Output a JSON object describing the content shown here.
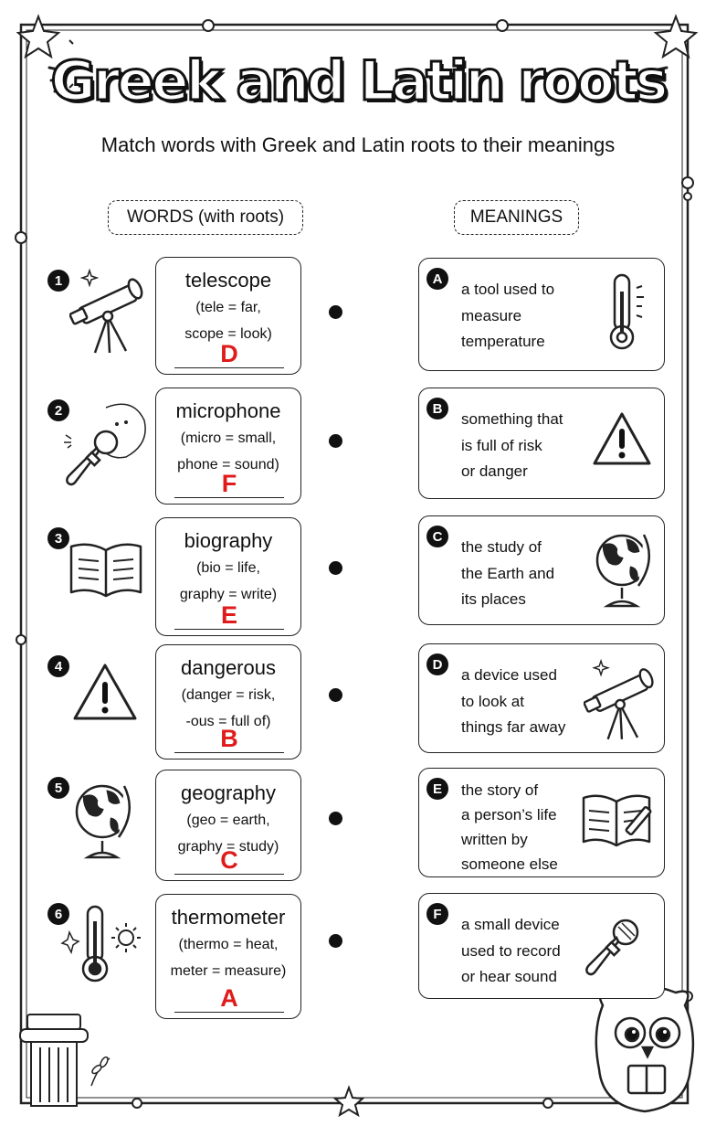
{
  "header": {
    "title": "Greek and Latin roots",
    "subtitle": "Match words with Greek and Latin roots to their meanings"
  },
  "columns": {
    "words_heading": "WORDS (with roots)",
    "meanings_heading": "MEANINGS"
  },
  "words": [
    {
      "number": "1",
      "word": "telescope",
      "root_line1": "(tele = far,",
      "root_line2": "scope = look)",
      "answer": "D",
      "icon": "telescope-icon"
    },
    {
      "number": "2",
      "word": "microphone",
      "root_line1": "(micro = small,",
      "root_line2": "phone = sound)",
      "answer": "F",
      "icon": "microphone-icon"
    },
    {
      "number": "3",
      "word": "biography",
      "root_line1": "(bio = life,",
      "root_line2": "graphy = write)",
      "answer": "E",
      "icon": "book-icon"
    },
    {
      "number": "4",
      "word": "dangerous",
      "root_line1": "(danger = risk,",
      "root_line2": "-ous = full of)",
      "answer": "B",
      "icon": "warning-icon"
    },
    {
      "number": "5",
      "word": "geography",
      "root_line1": "(geo = earth,",
      "root_line2": "graphy = study)",
      "answer": "C",
      "icon": "globe-icon"
    },
    {
      "number": "6",
      "word": "thermometer",
      "root_line1": "(thermo = heat,",
      "root_line2": "meter = measure)",
      "answer": "A",
      "icon": "thermometer-icon"
    }
  ],
  "meanings": [
    {
      "letter": "A",
      "line1": "a tool used to",
      "line2": "measure",
      "line3": "temperature",
      "line4": "",
      "icon": "thermometer-icon"
    },
    {
      "letter": "B",
      "line1": "something that",
      "line2": "is full of risk",
      "line3": "or danger",
      "line4": "",
      "icon": "warning-icon"
    },
    {
      "letter": "C",
      "line1": "the study of",
      "line2": "the Earth and",
      "line3": "its places",
      "line4": "",
      "icon": "globe-icon"
    },
    {
      "letter": "D",
      "line1": "a device used",
      "line2": "to look at",
      "line3": "things far away",
      "line4": "",
      "icon": "telescope-icon"
    },
    {
      "letter": "E",
      "line1": "the story of",
      "line2": "a person’s life",
      "line3": "written by",
      "line4": "someone else",
      "icon": "book-pencil-icon"
    },
    {
      "letter": "F",
      "line1": "a small device",
      "line2": "used to record",
      "line3": "or hear sound",
      "line4": "",
      "icon": "microphone-icon"
    }
  ],
  "colors": {
    "answer": "#e01b1b",
    "ink": "#111111",
    "paper": "#ffffff"
  }
}
